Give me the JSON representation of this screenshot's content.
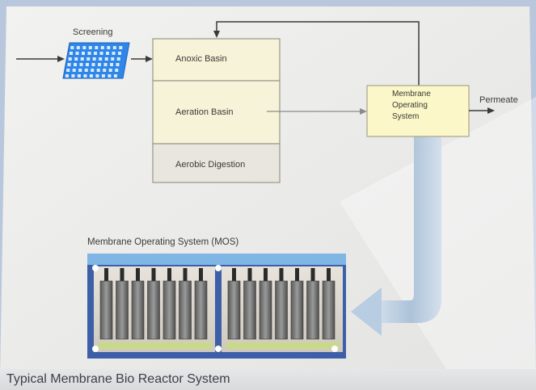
{
  "labels": {
    "screening": "Screening",
    "anoxic": "Anoxic Basin",
    "aeration": "Aeration Basin",
    "aerobic": "Aerobic Digestion",
    "mos_box": [
      "Membrane",
      "Operating",
      "System"
    ],
    "permeate": "Permeate",
    "mos_title": "Membrane Operating System (MOS)",
    "caption": "Typical Membrane Bio Reactor System"
  },
  "colors": {
    "basin_fill": "#f6f3d8",
    "basin_bottom": "#e9e6df",
    "mos_box_fill": "#fbf7c8",
    "screen_blue": "#2f86e8",
    "panel_frame": "#3c5fa8",
    "return_arrow": "#b8cde2"
  }
}
